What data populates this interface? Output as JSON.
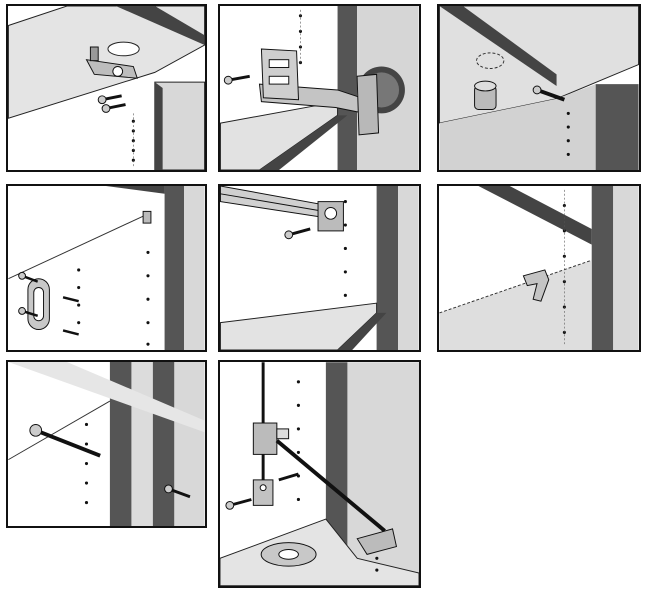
{
  "figure": {
    "colors": {
      "frame": "#111111",
      "background": "#ffffff",
      "wall_shade": "#d6d6d6",
      "board_dark": "#555555",
      "hardware": "#bdbdbd"
    },
    "panels": [
      {
        "id": "p1",
        "depicts": "cabinet-connector-fitting"
      },
      {
        "id": "p2",
        "depicts": "concealed-hinge-with-mounting-plate"
      },
      {
        "id": "p3",
        "depicts": "cam-lock-and-dowel"
      },
      {
        "id": "p4",
        "depicts": "oval-shelf-bracket"
      },
      {
        "id": "p5",
        "depicts": "drawer-runner"
      },
      {
        "id": "p6",
        "depicts": "shelf-support-clip"
      },
      {
        "id": "p7",
        "depicts": "connector-bolt"
      },
      {
        "id": "p8",
        "depicts": "flap-stay-with-base-plate"
      }
    ]
  }
}
